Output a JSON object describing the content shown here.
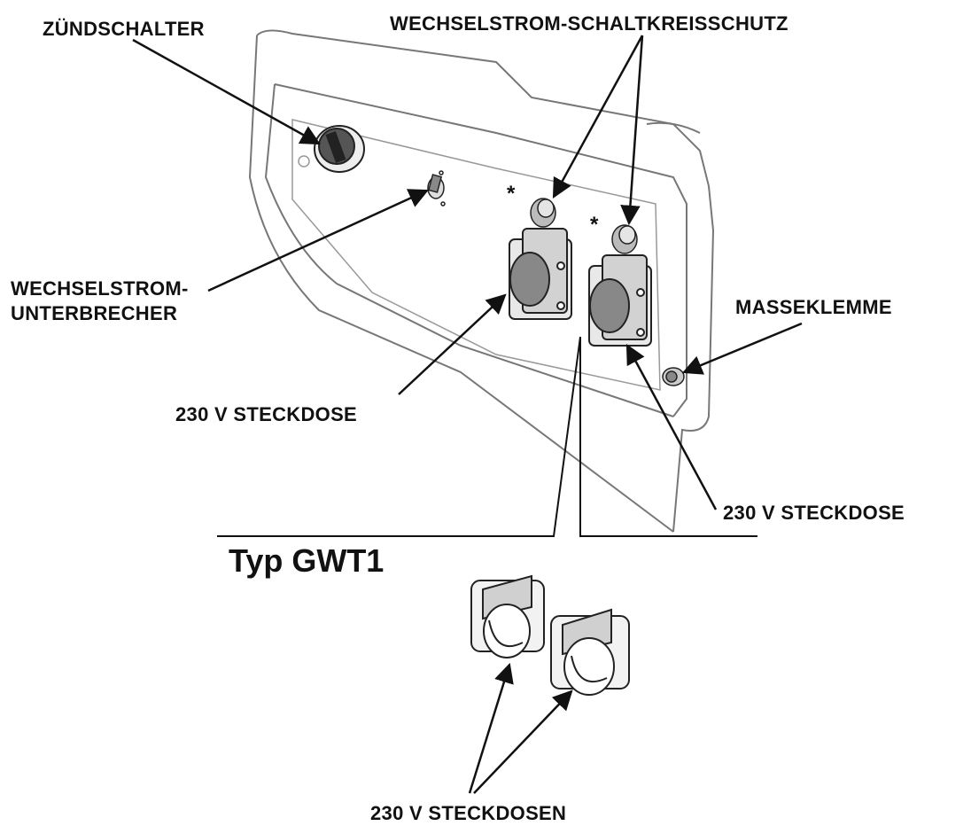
{
  "labels": {
    "ignition_switch": "ZÜNDSCHALTER",
    "ac_circuit_protector": "WECHSELSTROM-SCHALTKREISSCHUTZ",
    "ac_breaker_line1": "WECHSELSTROM-",
    "ac_breaker_line2": "UNTERBRECHER",
    "ground_terminal": "MASSEKLEMME",
    "receptacle_left": "230 V STECKDOSE",
    "receptacle_right": "230 V STECKDOSE",
    "receptacles_plural": "230 V STECKDOSEN",
    "asterisk_1": "*",
    "asterisk_2": "*"
  },
  "inset": {
    "title": "Typ GWT1"
  },
  "colors": {
    "ink": "#111111",
    "panel_line": "#777777"
  }
}
